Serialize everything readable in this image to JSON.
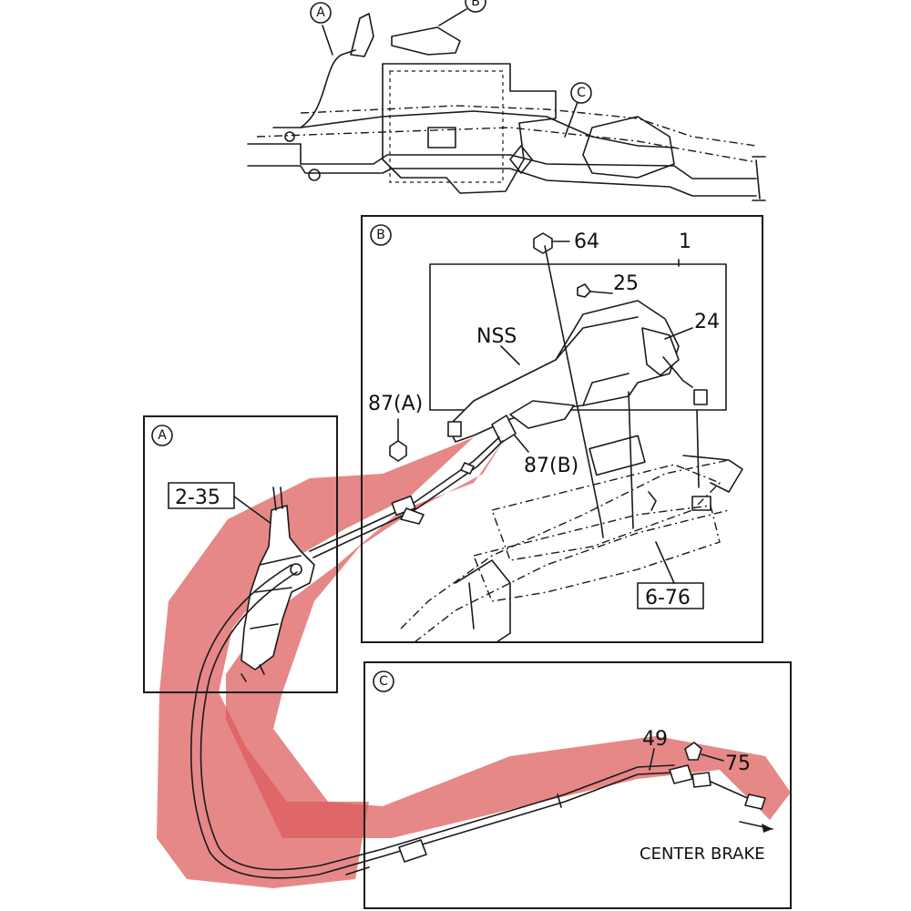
{
  "callouts": {
    "A": "A",
    "B": "B",
    "C": "C"
  },
  "parts": {
    "p1": "1",
    "p24": "24",
    "p25": "25",
    "p64": "64",
    "p49": "49",
    "p75": "75",
    "nss": "NSS",
    "p87a": "87(A)",
    "p87b": "87(B)",
    "ref_2_35": "2-35",
    "ref_6_76": "6-76"
  },
  "notes": {
    "center_brake": "CENTER BRAKE"
  },
  "colors": {
    "highlight": "#dd5a5a",
    "line": "#1a1a1a",
    "background": "#ffffff"
  }
}
